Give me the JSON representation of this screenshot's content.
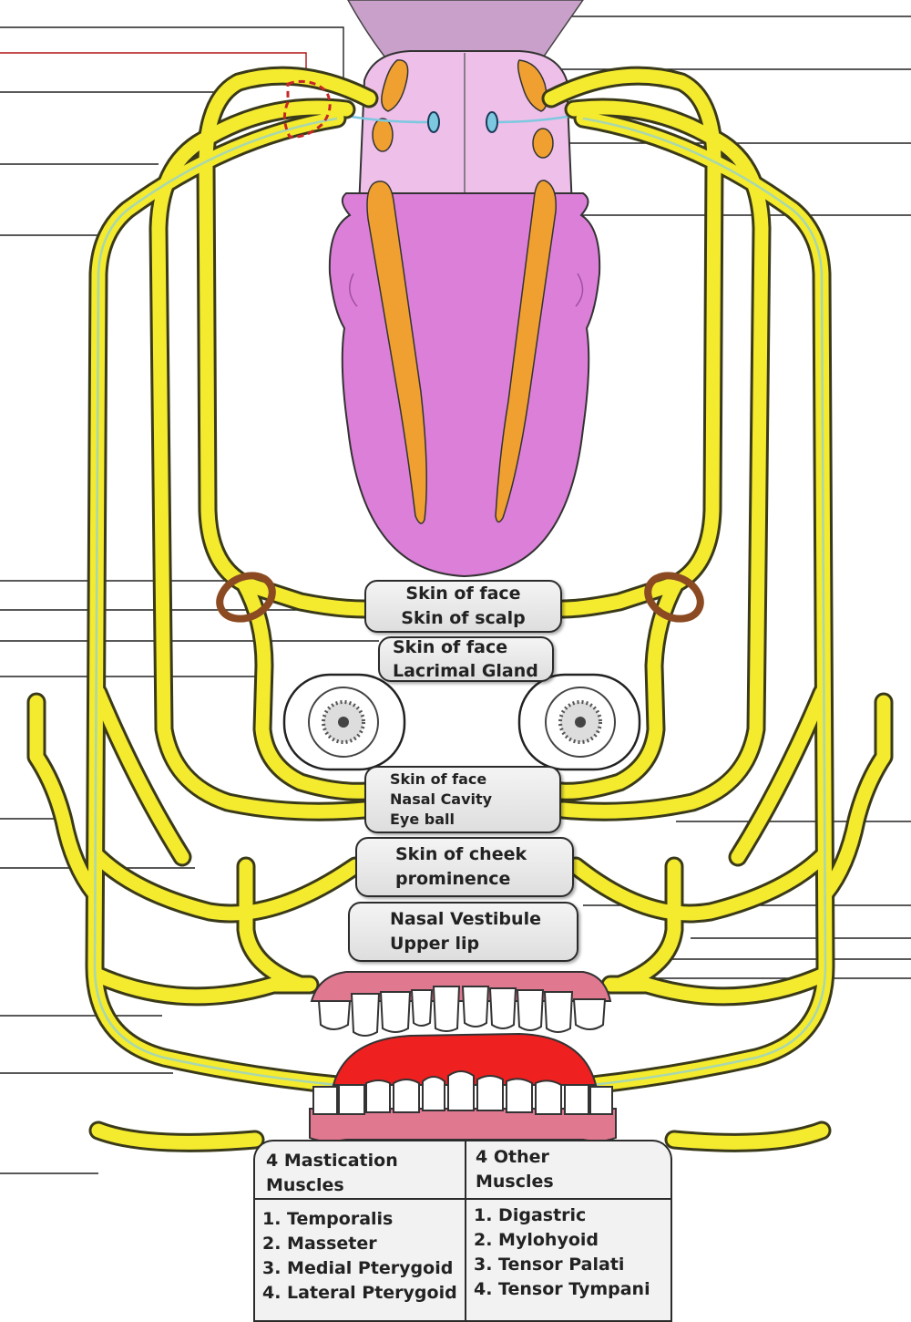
{
  "colors": {
    "nerve": "#f4ea2e",
    "nerve_outline": "#3a3a1a",
    "nerve_core": "#a8d8b0",
    "brainstem": "#eebfe8",
    "pons": "#dc7fd8",
    "nucleus": "#f0a030",
    "ganglion_ring": "#8b4a22",
    "highlight_dash": "#c62828",
    "gum": "#e07890",
    "tongue_red": "#ee2020",
    "box_fill": "#e8e8e8"
  },
  "sensory_boxes": [
    {
      "lines": [
        "Skin of face",
        "Skin of scalp"
      ]
    },
    {
      "lines": [
        "Skin of face",
        "Lacrimal Gland"
      ]
    },
    {
      "lines": [
        "Skin of face",
        "Nasal Cavity",
        "Eye ball"
      ]
    },
    {
      "lines": [
        "Skin of cheek",
        "prominence"
      ]
    },
    {
      "lines": [
        "Nasal Vestibule",
        "Upper lip"
      ]
    }
  ],
  "muscles": {
    "mastication": {
      "header": [
        "4 Mastication",
        "Muscles"
      ],
      "items": [
        "1. Temporalis",
        "2. Masseter",
        "3. Medial Pterygoid",
        "4. Lateral Pterygoid"
      ]
    },
    "other": {
      "header": [
        "4 Other",
        "Muscles"
      ],
      "items": [
        "1. Digastric",
        "2. Mylohyoid",
        "3. Tensor Palati",
        "4. Tensor Tympani"
      ]
    }
  }
}
